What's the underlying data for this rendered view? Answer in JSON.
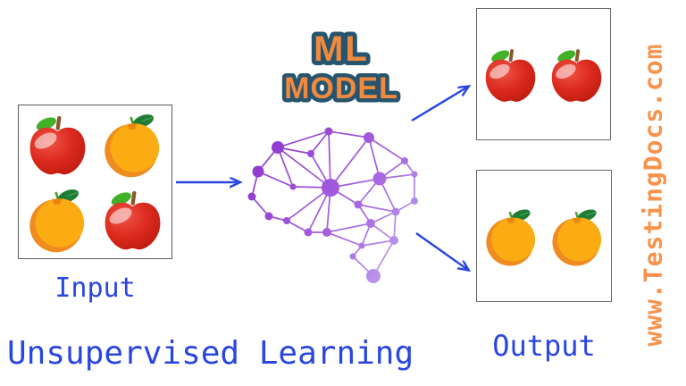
{
  "page": {
    "background": "#ffffff"
  },
  "colors": {
    "label_blue": "#2946e0",
    "arrow_blue": "#2946e0",
    "logo_fill_orange": "#ef8a3e",
    "logo_outline_navy": "#27546e",
    "watermark_orange": "#f7934d",
    "brain_purple_dark": "#8c32cc",
    "brain_purple_light": "#cdc6f4",
    "apple_red": "#d8271c",
    "orange_yellow": "#fbac13"
  },
  "labels": {
    "input": "Input",
    "output": "Output",
    "caption": "Unsupervised Learning"
  },
  "logo": {
    "line1": "ML",
    "line2": "MODEL"
  },
  "watermark": {
    "text": "www.TestingDocs.com"
  },
  "diagram": {
    "input": {
      "fruits": [
        "apple",
        "orange",
        "orange",
        "apple"
      ]
    },
    "output_top": {
      "fruits": [
        "apple",
        "apple"
      ]
    },
    "output_bottom": {
      "fruits": [
        "orange",
        "orange"
      ]
    },
    "connections": [
      {
        "from": "input-box",
        "to": "ml-model-brain"
      },
      {
        "from": "ml-model-brain",
        "to": "output-box-apples"
      },
      {
        "from": "ml-model-brain",
        "to": "output-box-oranges"
      }
    ]
  }
}
